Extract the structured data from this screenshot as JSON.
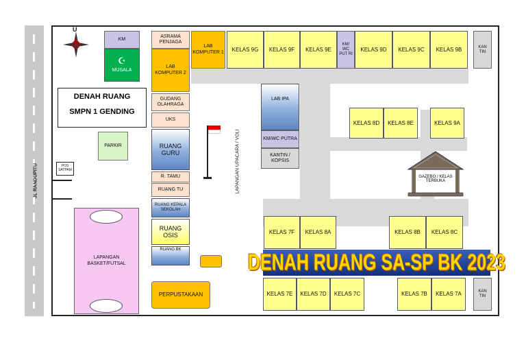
{
  "street": "JL RANDUPITU",
  "north": "U",
  "title_line1": "DENAH RUANG",
  "title_line2": "SMPN 1 GENDING",
  "banner": "DENAH RUANG SA-SP BK 2023",
  "field_label": "LAPANGAN UPACARA / VOLI",
  "rooms": {
    "km_top": "KM",
    "musala": "MUSALA",
    "asrama": "ASRAMA PENJAGA",
    "lab_komputer_1": "LAB KOMPUTER 1",
    "lab_komputer_2": "LAB KOMPUTER 2",
    "gudang": "GUDANG OLAHRAGA",
    "uks": "UKS",
    "ruang_guru": "RUANG GURU",
    "r_tamu": "R. TAMU",
    "ruang_tu": "RUANG TU",
    "ruang_kepsek": "RUANG KEPALA SEKOLAH",
    "ruang_osis": "RUANG OSIS",
    "ruang_bk": "RUANG BK",
    "perpustakaan": "PERPUSTAKAAN",
    "parkir": "PARKIR",
    "pos_satpam": "POS SATPAM",
    "lapangan_basket": "LAPANGAN BASKET/FUTSAL",
    "kelas_9g": "KELAS 9G",
    "kelas_9f": "KELAS 9F",
    "kelas_9e": "KELAS 9E",
    "km_wc_putri": "KM/ WC PUT RI",
    "kelas_9d": "KELAS 9D",
    "kelas_9c": "KELAS 9C",
    "kelas_9b": "KELAS 9B",
    "kantin_top": "KAN TIN",
    "lab_ipa": "LAB IPA",
    "km_wc_putra": "KM/WC PUTRA",
    "kantin_kopsis": "KANTIN / KOPSIS",
    "kelas_8d": "KELAS 8D",
    "kelas_8e": "KELAS 8E",
    "kelas_9a": "KELAS 9A",
    "gazebo": "GAZEBO / KELAS TERBUKA",
    "kelas_7f": "KELAS 7F",
    "kelas_8a": "KELAS 8A",
    "kelas_8b": "KELAS 8B",
    "kelas_8c": "KELAS 8C",
    "kelas_7e": "KELAS 7E",
    "kelas_7d": "KELAS 7D",
    "kelas_7c": "KELAS 7C",
    "kelas_7b": "KELAS 7B",
    "kelas_7a": "KELAS 7A",
    "kantin_bottom": "KAN TIN"
  },
  "colors": {
    "class": "#ffff8c",
    "lab_orange": "#ffc000",
    "musala_green": "#00b050",
    "km_lavender": "#c9c3e6",
    "banner_blue": "#1f3d8f",
    "banner_text": "#ffd700",
    "basket_pink": "#f7c8f3",
    "parkir_green": "#d8f5c8"
  }
}
